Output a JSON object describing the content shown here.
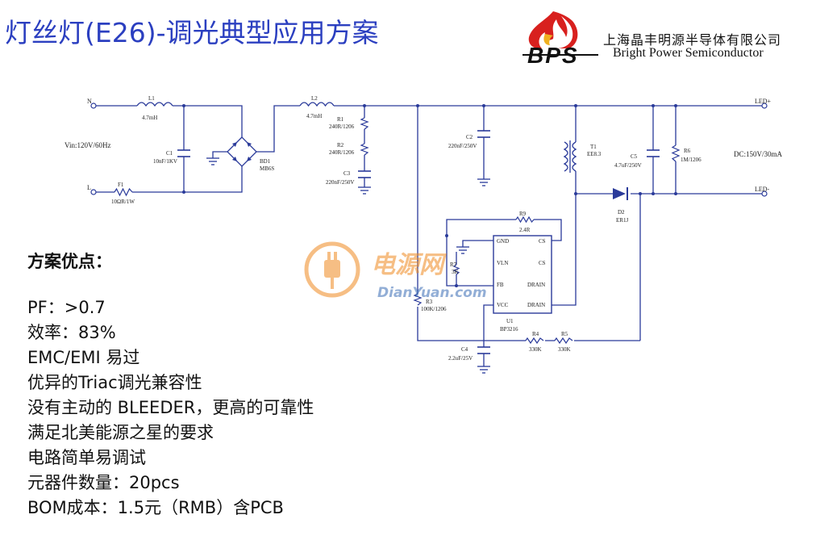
{
  "title": "灯丝灯(E26)-调光典型应用方案",
  "company": {
    "logo_text": "BPS",
    "name_cn": "上海晶丰明源半导体有限公司",
    "name_en": "Bright Power Semiconductor"
  },
  "schematic": {
    "node_n": "N",
    "node_l": "L",
    "vin": "Vin:120V/60Hz",
    "led_pos": "LED+",
    "led_neg": "LED-",
    "dc_out": "DC:150V/30mA",
    "components": {
      "L1": {
        "ref": "L1",
        "value": "4.7mH"
      },
      "C1": {
        "ref": "C1",
        "value": "10nF/1KV"
      },
      "F1": {
        "ref": "F1",
        "value": "10ΩR/1W"
      },
      "BD1": {
        "ref": "BD1",
        "value": "MB6S"
      },
      "L2": {
        "ref": "L2",
        "value": "4.7mH"
      },
      "R1": {
        "ref": "R1",
        "value": "240R/1206"
      },
      "R2": {
        "ref": "R2",
        "value": "240R/1206"
      },
      "C3": {
        "ref": "C3",
        "value": "220nF/250V"
      },
      "C2": {
        "ref": "C2",
        "value": "220nF/250V"
      },
      "T1": {
        "ref": "T1",
        "value": "EE8.3"
      },
      "C5": {
        "ref": "C5",
        "value": "4.7uF/250V"
      },
      "R6": {
        "ref": "R6",
        "value": "1M/1206"
      },
      "D2": {
        "ref": "D2",
        "value": "ER1J"
      },
      "R9": {
        "ref": "R9",
        "value": "2.4R"
      },
      "R7": {
        "ref": "R7",
        "value": "3K"
      },
      "R3": {
        "ref": "R3",
        "value": "100K/1206"
      },
      "U1": {
        "ref": "U1",
        "value": "BP3216"
      },
      "R4": {
        "ref": "R4",
        "value": "330K"
      },
      "R5": {
        "ref": "R5",
        "value": "330K"
      },
      "C4": {
        "ref": "C4",
        "value": "2.2uF/25V"
      }
    },
    "ic_pins": {
      "gnd": "GND",
      "vln": "VLN",
      "fb": "FB",
      "vcc": "VCC",
      "cs1": "CS",
      "cs2": "CS",
      "drain1": "DRAIN",
      "drain2": "DRAIN"
    }
  },
  "watermark": {
    "cn": "电源网",
    "en": "DianYuan.com"
  },
  "advantages": {
    "title": "方案优点：",
    "items": [
      "PF：>0.7",
      "效率：83%",
      "EMC/EMI 易过",
      "优异的Triac调光兼容性",
      "没有主动的 BLEEDER，更高的可靠性",
      "满足北美能源之星的要求",
      "电路简单易调试",
      "元器件数量：20pcs",
      "BOM成本：1.5元（RMB）含PCB"
    ]
  },
  "colors": {
    "title": "#2b3fc0",
    "logo_red": "#d8201e",
    "watermark_orange": "#f08a20",
    "watermark_blue": "#3a6db5"
  }
}
